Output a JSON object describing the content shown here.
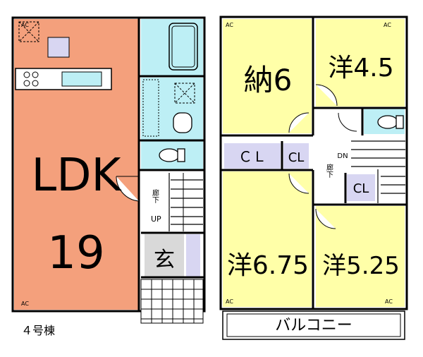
{
  "colors": {
    "ldk": "#F4A07C",
    "bedroom": "#FFFFA8",
    "wet": "#BDEFF5",
    "closet": "#D8D6F2",
    "genkan": "#D9D9D9",
    "floor": "#FFFFFF",
    "wall": "#000000"
  },
  "ground_floor": {
    "ldk_label": "LDK",
    "ldk_size": "19",
    "hall_label": "廊下",
    "up_label": "UP",
    "entrance_label": "玄",
    "ac_marks": [
      "AC",
      "AC"
    ]
  },
  "upper_floor": {
    "storage_label": "納6",
    "room_ne_label": "洋4.5",
    "room_sw_label": "洋6.75",
    "room_se_label": "洋5.25",
    "closet_a_label": "ＣＬ",
    "closet_b_label": "CL",
    "closet_c_label": "CL",
    "hall_label": "廊下",
    "dn_label": "DN",
    "balcony_label": "バルコニー",
    "ac_marks": [
      "AC",
      "AC",
      "AC",
      "AC"
    ]
  },
  "caption": "４号棟",
  "icons": [
    "window-x-icon",
    "stove-icon",
    "sink-icon",
    "bathtub-icon",
    "toilet-icon",
    "washbasin-icon",
    "door-swing-icon",
    "stair-icon"
  ]
}
